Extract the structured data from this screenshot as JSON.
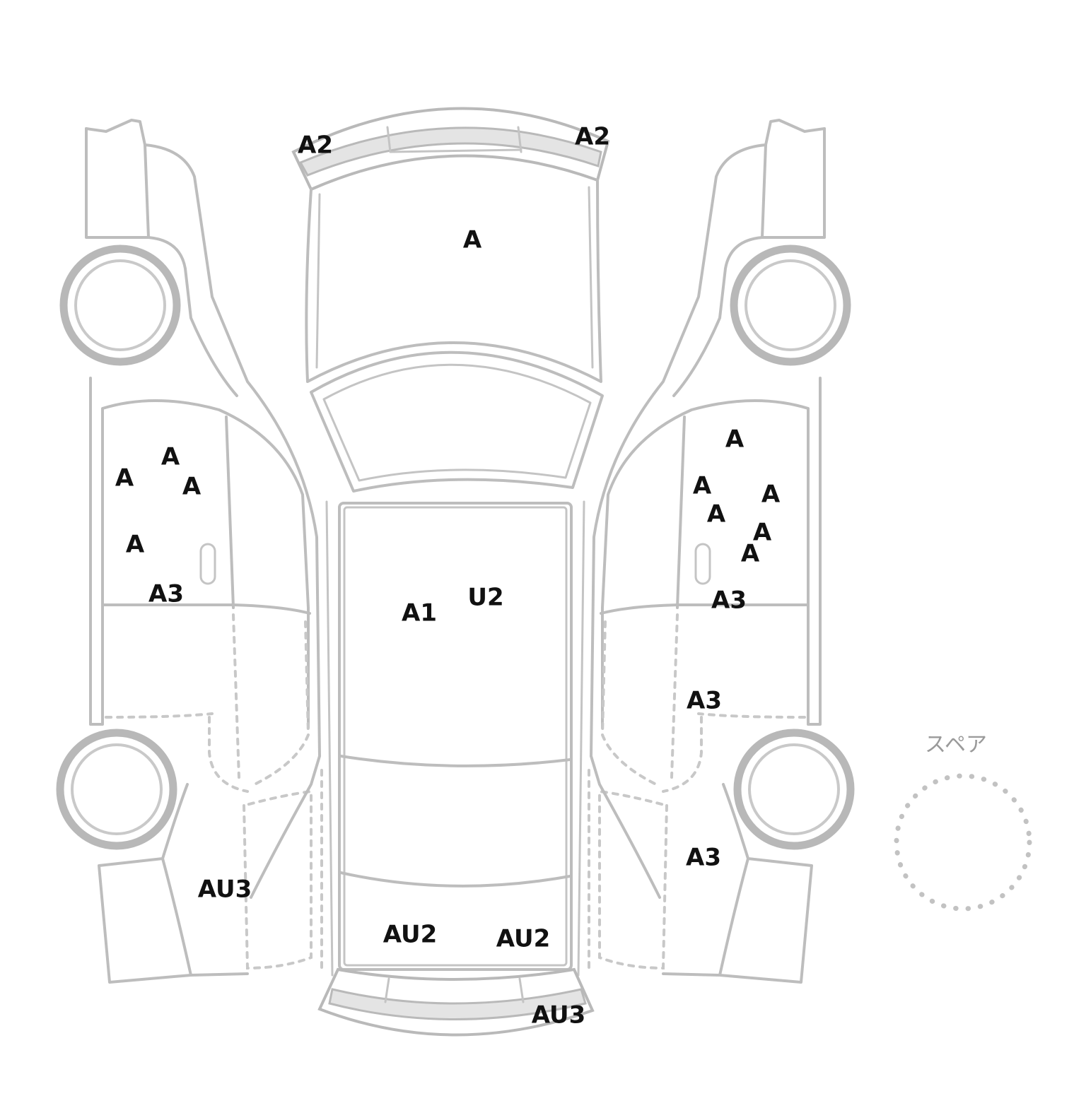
{
  "diagram": {
    "spare_label": "スペア",
    "colors": {
      "outline": "#bdbdbd",
      "mark_text": "#111111",
      "spare_label": "#9a9a9a"
    },
    "marks": [
      {
        "id": "front-bumper-left",
        "text": "A2"
      },
      {
        "id": "front-bumper-right",
        "text": "A2"
      },
      {
        "id": "hood",
        "text": "A"
      },
      {
        "id": "left-front-door-1",
        "text": "A"
      },
      {
        "id": "left-front-door-2",
        "text": "A"
      },
      {
        "id": "left-front-door-3",
        "text": "A"
      },
      {
        "id": "left-front-door-4",
        "text": "A"
      },
      {
        "id": "left-front-door-5",
        "text": "A3"
      },
      {
        "id": "roof-1",
        "text": "A1"
      },
      {
        "id": "roof-2",
        "text": "U2"
      },
      {
        "id": "right-front-door-1",
        "text": "A"
      },
      {
        "id": "right-front-door-2",
        "text": "A"
      },
      {
        "id": "right-front-door-3",
        "text": "A"
      },
      {
        "id": "right-front-door-4",
        "text": "A"
      },
      {
        "id": "right-front-door-5",
        "text": "A"
      },
      {
        "id": "right-front-door-6",
        "text": "A"
      },
      {
        "id": "right-front-door-7",
        "text": "A3"
      },
      {
        "id": "right-rear-door",
        "text": "A3"
      },
      {
        "id": "right-rear-quarter",
        "text": "A3"
      },
      {
        "id": "left-rear-quarter",
        "text": "AU3"
      },
      {
        "id": "trunk-left",
        "text": "AU2"
      },
      {
        "id": "trunk-right",
        "text": "AU2"
      },
      {
        "id": "rear-bumper",
        "text": "AU3"
      }
    ]
  }
}
